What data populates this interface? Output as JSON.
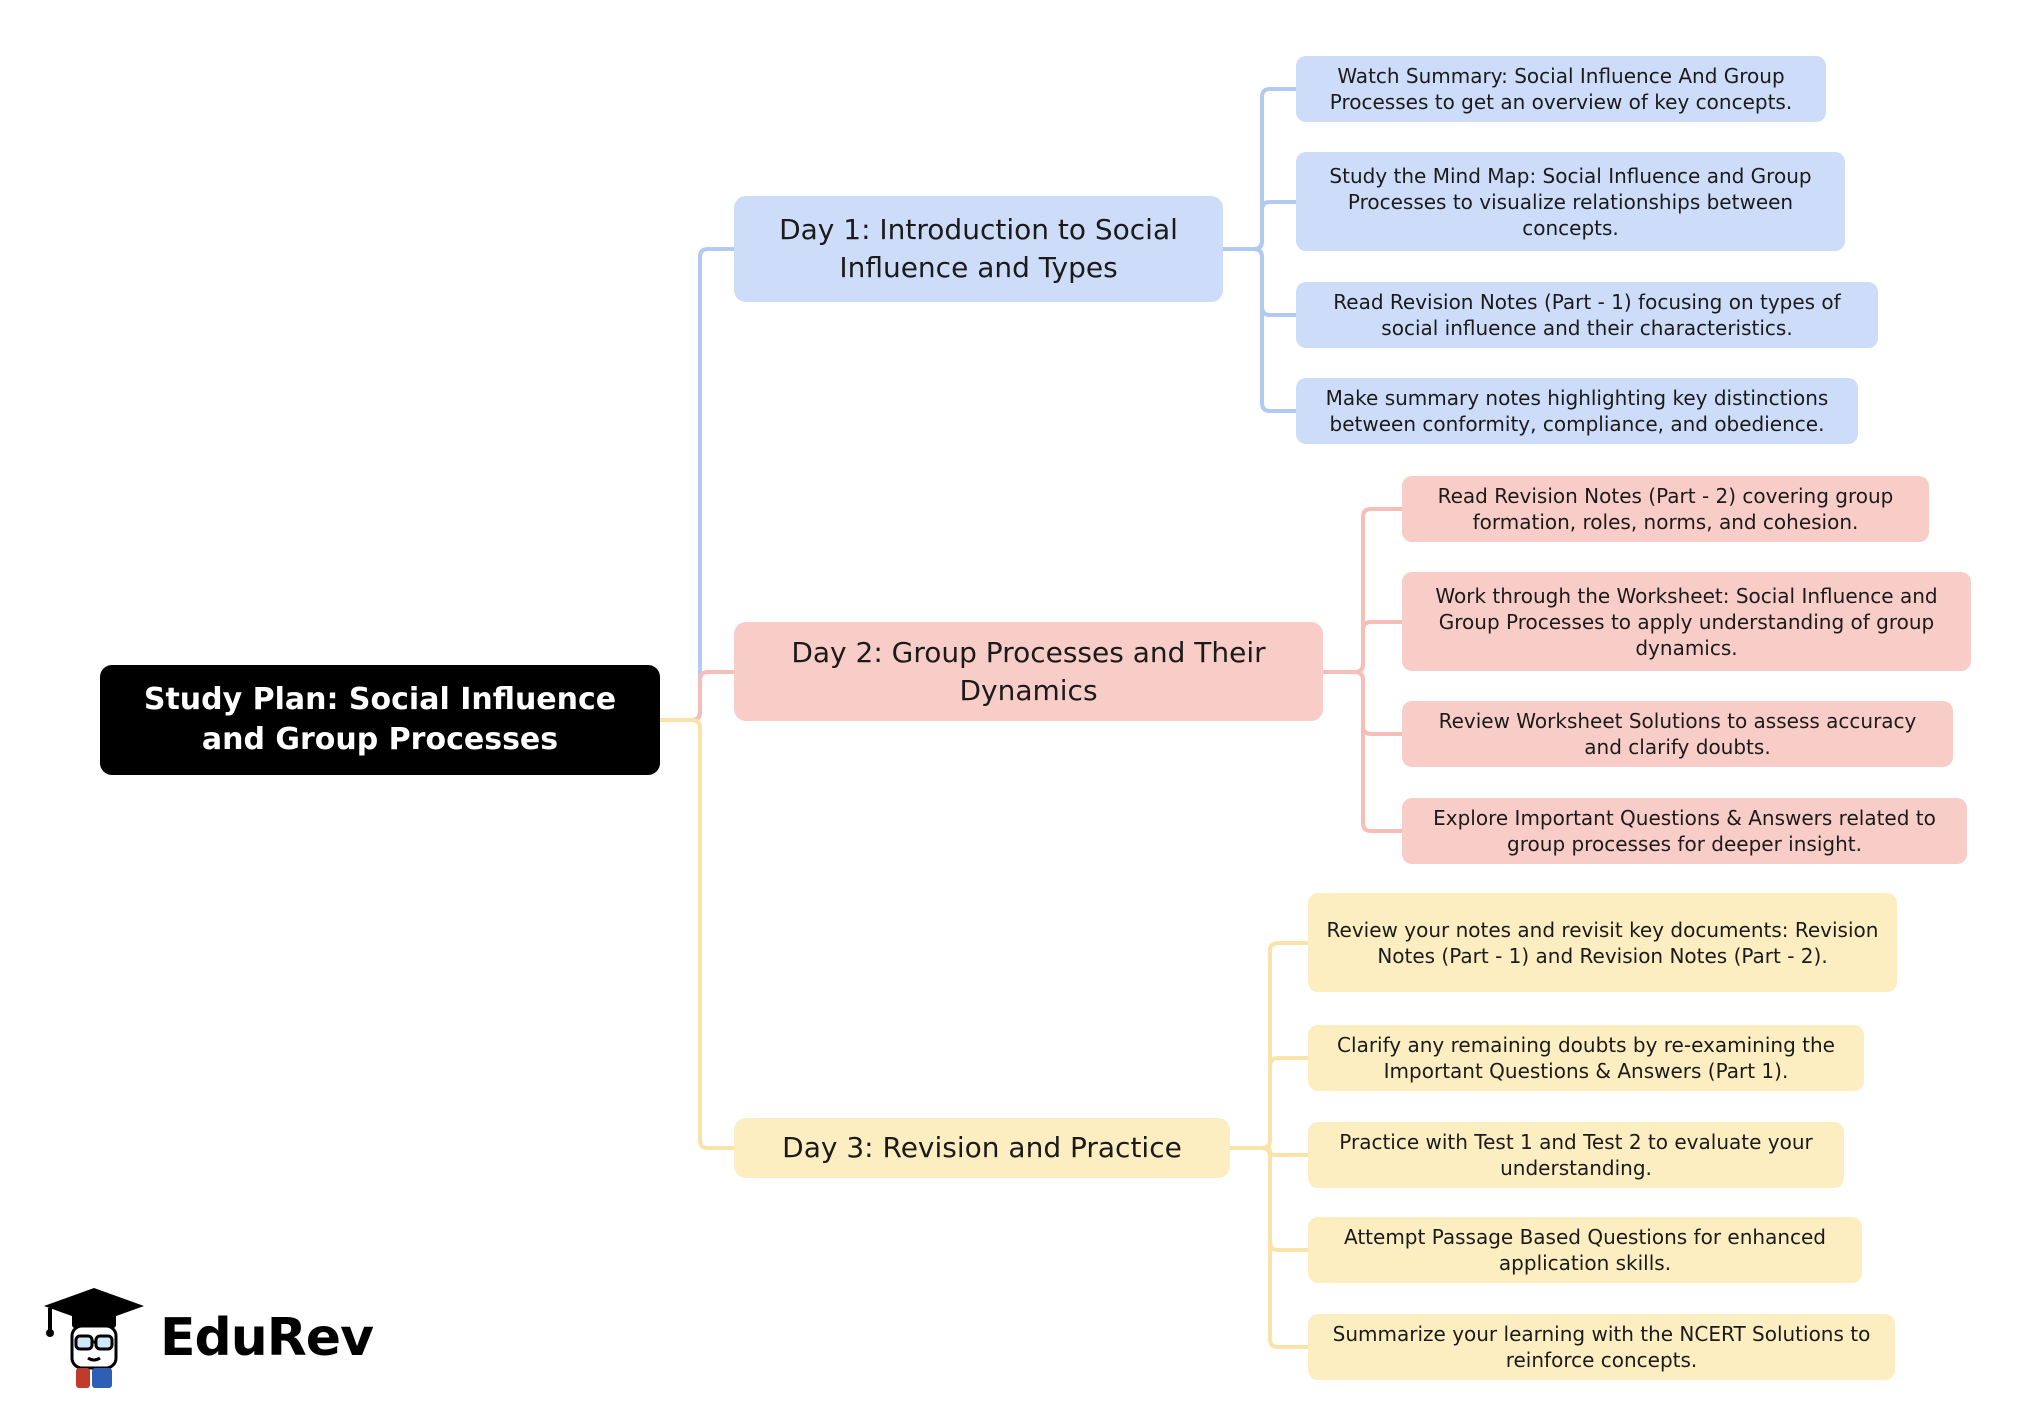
{
  "title": "Study Plan mind map",
  "root": {
    "label": "Study Plan: Social Influence and Group Processes",
    "bg_color": "#000000",
    "text_color": "#ffffff"
  },
  "days": [
    {
      "label": "Day 1: Introduction to Social Influence and Types",
      "node_color": "#cddcf8",
      "line_color": "#b3c9f0",
      "tasks": [
        "Watch Summary: Social Influence And Group Processes to get an overview of key concepts.",
        "Study the Mind Map: Social Influence and Group Processes to visualize relationships between concepts.",
        "Read Revision Notes (Part - 1) focusing on types of social influence and their characteristics.",
        "Make summary notes highlighting key distinctions between conformity, compliance, and obedience."
      ]
    },
    {
      "label": "Day 2: Group Processes and Their Dynamics",
      "node_color": "#f8cdc8",
      "line_color": "#f6beb6",
      "tasks": [
        "Read Revision Notes (Part - 2) covering group formation, roles, norms, and cohesion.",
        "Work through the Worksheet: Social Influence and Group Processes to apply understanding of group dynamics.",
        "Review Worksheet Solutions to assess accuracy and clarify doubts.",
        "Explore Important Questions & Answers related to group processes for deeper insight."
      ]
    },
    {
      "label": "Day 3: Revision and Practice",
      "node_color": "#fdeec2",
      "line_color": "#fae3a8",
      "tasks": [
        "Review your notes and revisit key documents: Revision Notes (Part - 1) and Revision Notes (Part - 2).",
        "Clarify any remaining doubts by re-examining the Important Questions & Answers (Part 1).",
        "Practice with Test 1 and Test 2 to evaluate your understanding.",
        "Attempt Passage Based Questions for enhanced application skills.",
        "Summarize your learning with the NCERT Solutions to reinforce concepts."
      ]
    }
  ],
  "logo": {
    "brand": "EduRev"
  }
}
